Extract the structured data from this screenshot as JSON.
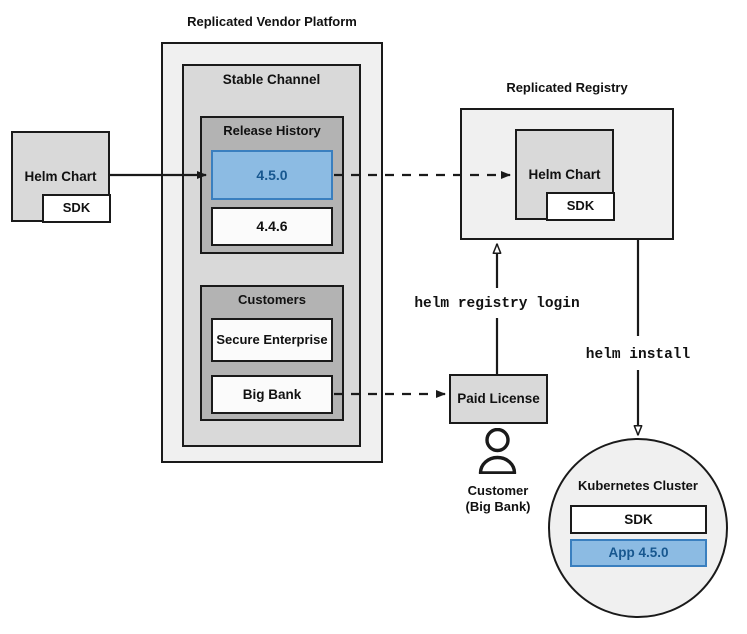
{
  "diagram": {
    "title_vendor_platform": "Replicated Vendor Platform",
    "title_registry": "Replicated Registry",
    "stable_channel": "Stable Channel",
    "release_history": "Release History",
    "release_current": "4.5.0",
    "release_previous": "4.4.6",
    "customers_label": "Customers",
    "customer_secure_enterprise": "Secure\nEnterprise",
    "customer_big_bank": "Big Bank",
    "helm_chart_source": "Helm Chart",
    "helm_chart_source_sdk": "SDK",
    "registry_helm_chart": "Helm Chart",
    "registry_helm_chart_sdk": "SDK",
    "paid_license": "Paid\nLicense",
    "customer_caption": "Customer\n(Big Bank)",
    "kubernetes_cluster": "Kubernetes Cluster",
    "cluster_sdk": "SDK",
    "cluster_app": "App 4.5.0",
    "cmd_registry_login": "helm registry login",
    "cmd_helm_install": "helm install",
    "person_icon_name": "customer-person-icon"
  },
  "colors": {
    "accent_blue_fill": "#8cbbe3",
    "accent_blue_border": "#3a7fbf",
    "accent_blue_text": "#17578f",
    "outline": "#1a1a1a",
    "fill_light": "#f0f0f0",
    "fill_mid": "#d9d9d9",
    "fill_dark": "#b3b3b3",
    "fill_white": "#fbfbfb"
  }
}
